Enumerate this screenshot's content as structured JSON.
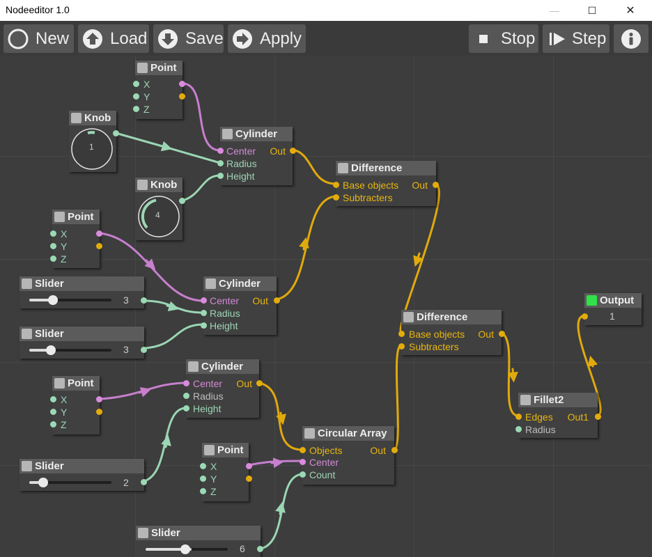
{
  "app": {
    "title": "Nodeeditor 1.0"
  },
  "window_controls": {
    "minimize": "—",
    "maximize": "☐",
    "close": "✕"
  },
  "toolbar": {
    "new_label": "New",
    "load_label": "Load",
    "save_label": "Save",
    "apply_label": "Apply",
    "stop_label": "Stop",
    "step_label": "Step"
  },
  "colors": {
    "pink_wire": "#c77fce",
    "green_wire": "#9bd6b4",
    "yellow_wire": "#e1aa0c",
    "active_checkbox": "#31e04a"
  },
  "nodes": {
    "point1": {
      "title": "Point",
      "x": "X",
      "y": "Y",
      "z": "Z"
    },
    "knob1": {
      "title": "Knob",
      "value": "1",
      "level": 0.1
    },
    "knob2": {
      "title": "Knob",
      "value": "4",
      "level": 0.4
    },
    "cyl1": {
      "title": "Cylinder",
      "center": "Center",
      "radius": "Radius",
      "height": "Height",
      "out": "Out"
    },
    "diff1": {
      "title": "Difference",
      "base": "Base objects",
      "sub": "Subtracters",
      "out": "Out"
    },
    "point2": {
      "title": "Point",
      "x": "X",
      "y": "Y",
      "z": "Z"
    },
    "slider1": {
      "title": "Slider",
      "value": "3",
      "level": 0.35
    },
    "slider2": {
      "title": "Slider",
      "value": "3",
      "level": 0.35
    },
    "cyl2": {
      "title": "Cylinder",
      "center": "Center",
      "radius": "Radius",
      "height": "Height",
      "out": "Out"
    },
    "diff2": {
      "title": "Difference",
      "base": "Base objects",
      "sub": "Subtracters",
      "out": "Out"
    },
    "output": {
      "title": "Output",
      "value": "1"
    },
    "point3": {
      "title": "Point",
      "x": "X",
      "y": "Y",
      "z": "Z"
    },
    "cyl3": {
      "title": "Cylinder",
      "center": "Center",
      "radius": "Radius",
      "height": "Height",
      "out": "Out"
    },
    "fillet": {
      "title": "Fillet2",
      "edges": "Edges",
      "radius": "Radius",
      "out": "Out1"
    },
    "slider3": {
      "title": "Slider",
      "value": "2",
      "level": 0.18
    },
    "point4": {
      "title": "Point",
      "x": "X",
      "y": "Y",
      "z": "Z"
    },
    "circ": {
      "title": "Circular Array",
      "objects": "Objects",
      "center": "Center",
      "count": "Count",
      "out": "Out"
    },
    "slider4": {
      "title": "Slider",
      "value": "6",
      "level": 0.58
    }
  }
}
